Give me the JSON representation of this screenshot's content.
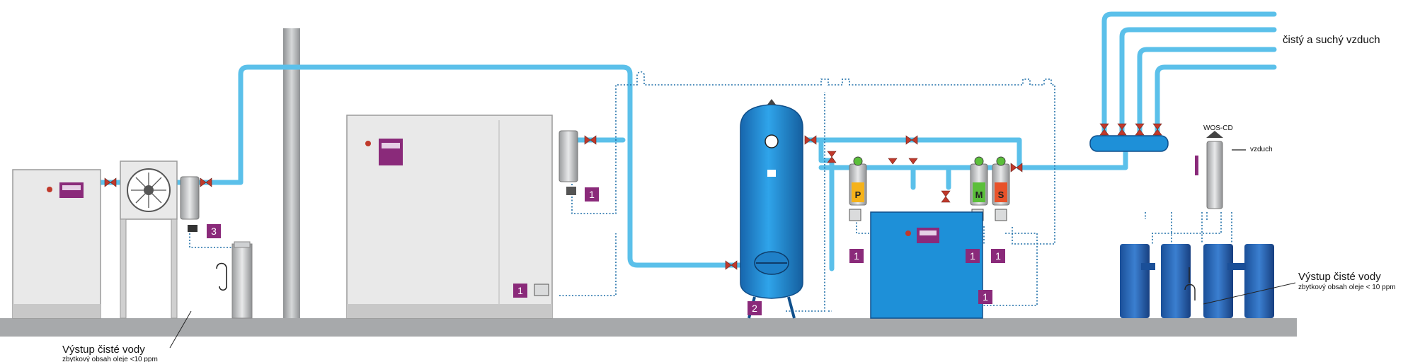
{
  "labels": {
    "clean_dry_air": "čistý a suchý vzduch",
    "wos_cd": "WOS-CD",
    "air": "vzduch",
    "water_out_left": {
      "title": "Výstup čisté vody",
      "sub": "zbytkový obsah oleje <10 ppm"
    },
    "water_out_right": {
      "title": "Výstup čisté vody",
      "sub": "zbytkový obsah oleje < 10 ppm"
    }
  },
  "badges": {
    "b1": "1",
    "b2": "2",
    "b3": "3"
  },
  "filter_letters": {
    "p": "P",
    "m": "M",
    "s": "S"
  },
  "colors": {
    "pipe": "#5bc0ea",
    "tank": "#1e90d8",
    "machine_grey": "#e9e9e9",
    "badge": "#8a2a7a",
    "floor": "#a7a9ab",
    "valve": "#c0392b",
    "drain_line": "#1f6fa8",
    "filter_p": "#f5b21a",
    "filter_m": "#5bbf3a",
    "filter_s": "#e8522a"
  }
}
